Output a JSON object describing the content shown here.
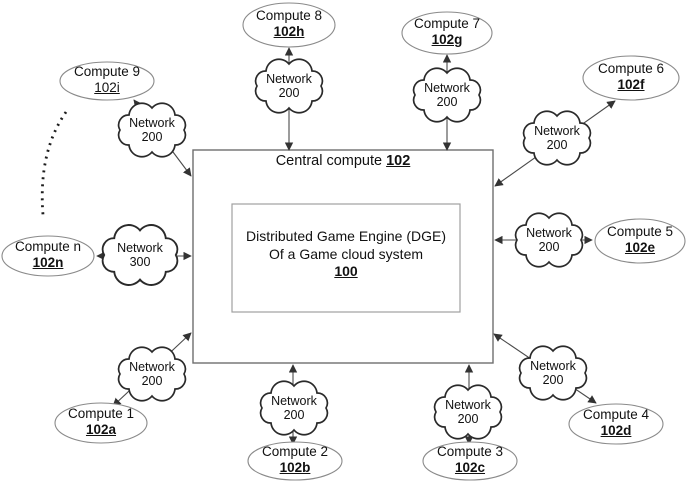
{
  "central_box": {
    "label": "Central compute",
    "ref": "102"
  },
  "engine_box": {
    "line1": "Distributed Game Engine (DGE)",
    "line2": "Of a Game cloud system",
    "ref": "100"
  },
  "nodes": [
    {
      "id": "compute-1",
      "label": "Compute 1",
      "ref": "102a"
    },
    {
      "id": "compute-2",
      "label": "Compute 2",
      "ref": "102b"
    },
    {
      "id": "compute-3",
      "label": "Compute 3",
      "ref": "102c"
    },
    {
      "id": "compute-4",
      "label": "Compute 4",
      "ref": "102d"
    },
    {
      "id": "compute-5",
      "label": "Compute 5",
      "ref": "102e"
    },
    {
      "id": "compute-6",
      "label": "Compute 6",
      "ref": "102f"
    },
    {
      "id": "compute-7",
      "label": "Compute 7",
      "ref": "102g"
    },
    {
      "id": "compute-8",
      "label": "Compute 8",
      "ref": "102h"
    },
    {
      "id": "compute-9",
      "label": "Compute 9",
      "ref": "102i"
    },
    {
      "id": "compute-n",
      "label": "Compute n",
      "ref": "102n"
    }
  ],
  "clouds": [
    {
      "id": "network-compute-1",
      "label": "Network",
      "ref": "200"
    },
    {
      "id": "network-compute-2",
      "label": "Network",
      "ref": "200"
    },
    {
      "id": "network-compute-3",
      "label": "Network",
      "ref": "200"
    },
    {
      "id": "network-compute-4",
      "label": "Network",
      "ref": "200"
    },
    {
      "id": "network-compute-5",
      "label": "Network",
      "ref": "200"
    },
    {
      "id": "network-compute-6",
      "label": "Network",
      "ref": "200"
    },
    {
      "id": "network-compute-7",
      "label": "Network",
      "ref": "200"
    },
    {
      "id": "network-compute-8",
      "label": "Network",
      "ref": "200"
    },
    {
      "id": "network-compute-9",
      "label": "Network",
      "ref": "200"
    },
    {
      "id": "network-compute-n",
      "label": "Network",
      "ref": "300"
    }
  ],
  "colors": {
    "background": "#ffffff",
    "box_border": "#6e6e6e",
    "inner_box_border": "#a0a0a0",
    "connector": "#4a4a4a",
    "cloud_stroke": "#2a2a2a",
    "text": "#111111"
  }
}
